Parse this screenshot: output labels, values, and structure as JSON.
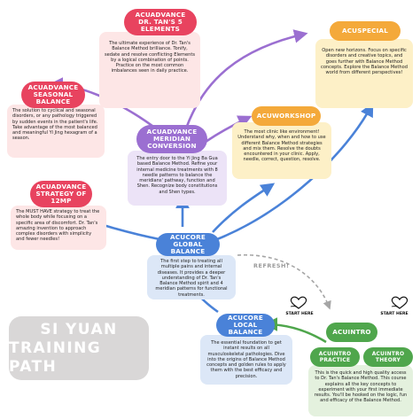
{
  "nodes": {
    "tans5": {
      "title": [
        "ACUADVANCE",
        "DR. TAN'S 5",
        "ELEMENTS"
      ],
      "description": "The ultimate experience of Dr. Tan's Balance Method brilliance. Tonify, sedate and resolve conflicting Elements by a logical combination of points. Practice on the most common imbalances seen in daily practice.",
      "color": "#e8435f",
      "desc_bg": "#fde6e6"
    },
    "acuspecial": {
      "title": [
        "ACUSPECIAL"
      ],
      "description": "Open new horizons. Focus on specific disorders and creative topics, and goes further with Balance Method concepts. Explore the Balance Method world from different perspectives!",
      "color": "#f4a93a",
      "desc_bg": "#fdf0c7"
    },
    "seasonal": {
      "title": [
        "ACUADVANCE",
        "SEASONAL",
        "BALANCE"
      ],
      "description": "The solution to cyclical and seasonal disorders, or any pathology triggered by sudden events in the patient's life. Take advantage of the most balanced and meaningful Yi Jing hexagram of a season.",
      "color": "#e8435f",
      "desc_bg": "#fde6e6"
    },
    "meridian": {
      "title": [
        "ACUADVANCE",
        "MERIDIAN",
        "CONVERSION"
      ],
      "description": "The entry door to the Yi Jing Ba Gua based Balance Method. Refine your internal medicine treatments with 8 needle patterns to balance the meridians' pathway, function and Shen. Recognize body constitutions and Shen types.",
      "color": "#9b6fd1",
      "desc_bg": "#ece3f7"
    },
    "acuworkshop": {
      "title": [
        "ACUWORKSHOP"
      ],
      "description": "The most clinic like environment! Understand why, when and how to use different Balance Method strategies and mix them. Resolve the doubts encountered in your clinic. Apply, needle, correct, question, resolve.",
      "color": "#f4a93a",
      "desc_bg": "#fdf0c7"
    },
    "strategy": {
      "title": [
        "ACUADVANCE",
        "STRATEGY OF",
        "12MP"
      ],
      "description": "The MUST HAVE strategy to treat the whole body while focusing on a specific area of discomfort. Dr. Tan's amazing invention to approach complex disorders with simplicity and fewer needles!",
      "color": "#e8435f",
      "desc_bg": "#fde6e6"
    },
    "global": {
      "title": [
        "ACUCORE",
        "GLOBAL BALANCE"
      ],
      "description": "The first step to treating all multiple pains and internal diseases. It provides a deeper understanding of Dr. Tan's Balance Method spirit and 4 meridian patterns for functional treatments.",
      "color": "#4a82d8",
      "desc_bg": "#dce7f7"
    },
    "local": {
      "title": [
        "ACUCORE",
        "LOCAL BALANCE"
      ],
      "description": "The essential foundation to get instant results on all musculoskeletal pathologies. Dive into the origins of Balance Method concepts and golden rules to apply them with the best efficacy and precision.",
      "color": "#4a82d8",
      "desc_bg": "#dce7f7"
    },
    "acuintro": {
      "title": [
        "ACUINTRO"
      ],
      "color": "#4fa64c"
    },
    "practice": {
      "title": [
        "ACUINTRO",
        "PRACTICE"
      ],
      "description": "This is the quick and high quality access to Dr. Tan's Balance Method. This course explains all the key concepts to experiment with your first immediate results. You'll be hooked on the logic, fun and efficacy of the Balance Method.",
      "color": "#4fa64c",
      "desc_bg": "#e4f1de"
    },
    "theory": {
      "title": [
        "ACUINTRO",
        "THEORY"
      ],
      "color": "#4fa64c"
    }
  },
  "banner": {
    "line1": "SI YUAN",
    "line2": "TRAINING PATH"
  },
  "labels": {
    "refresh": "REFRESH!",
    "start_here": "START HERE"
  },
  "icons": [
    "handwritten-heart-icon"
  ]
}
